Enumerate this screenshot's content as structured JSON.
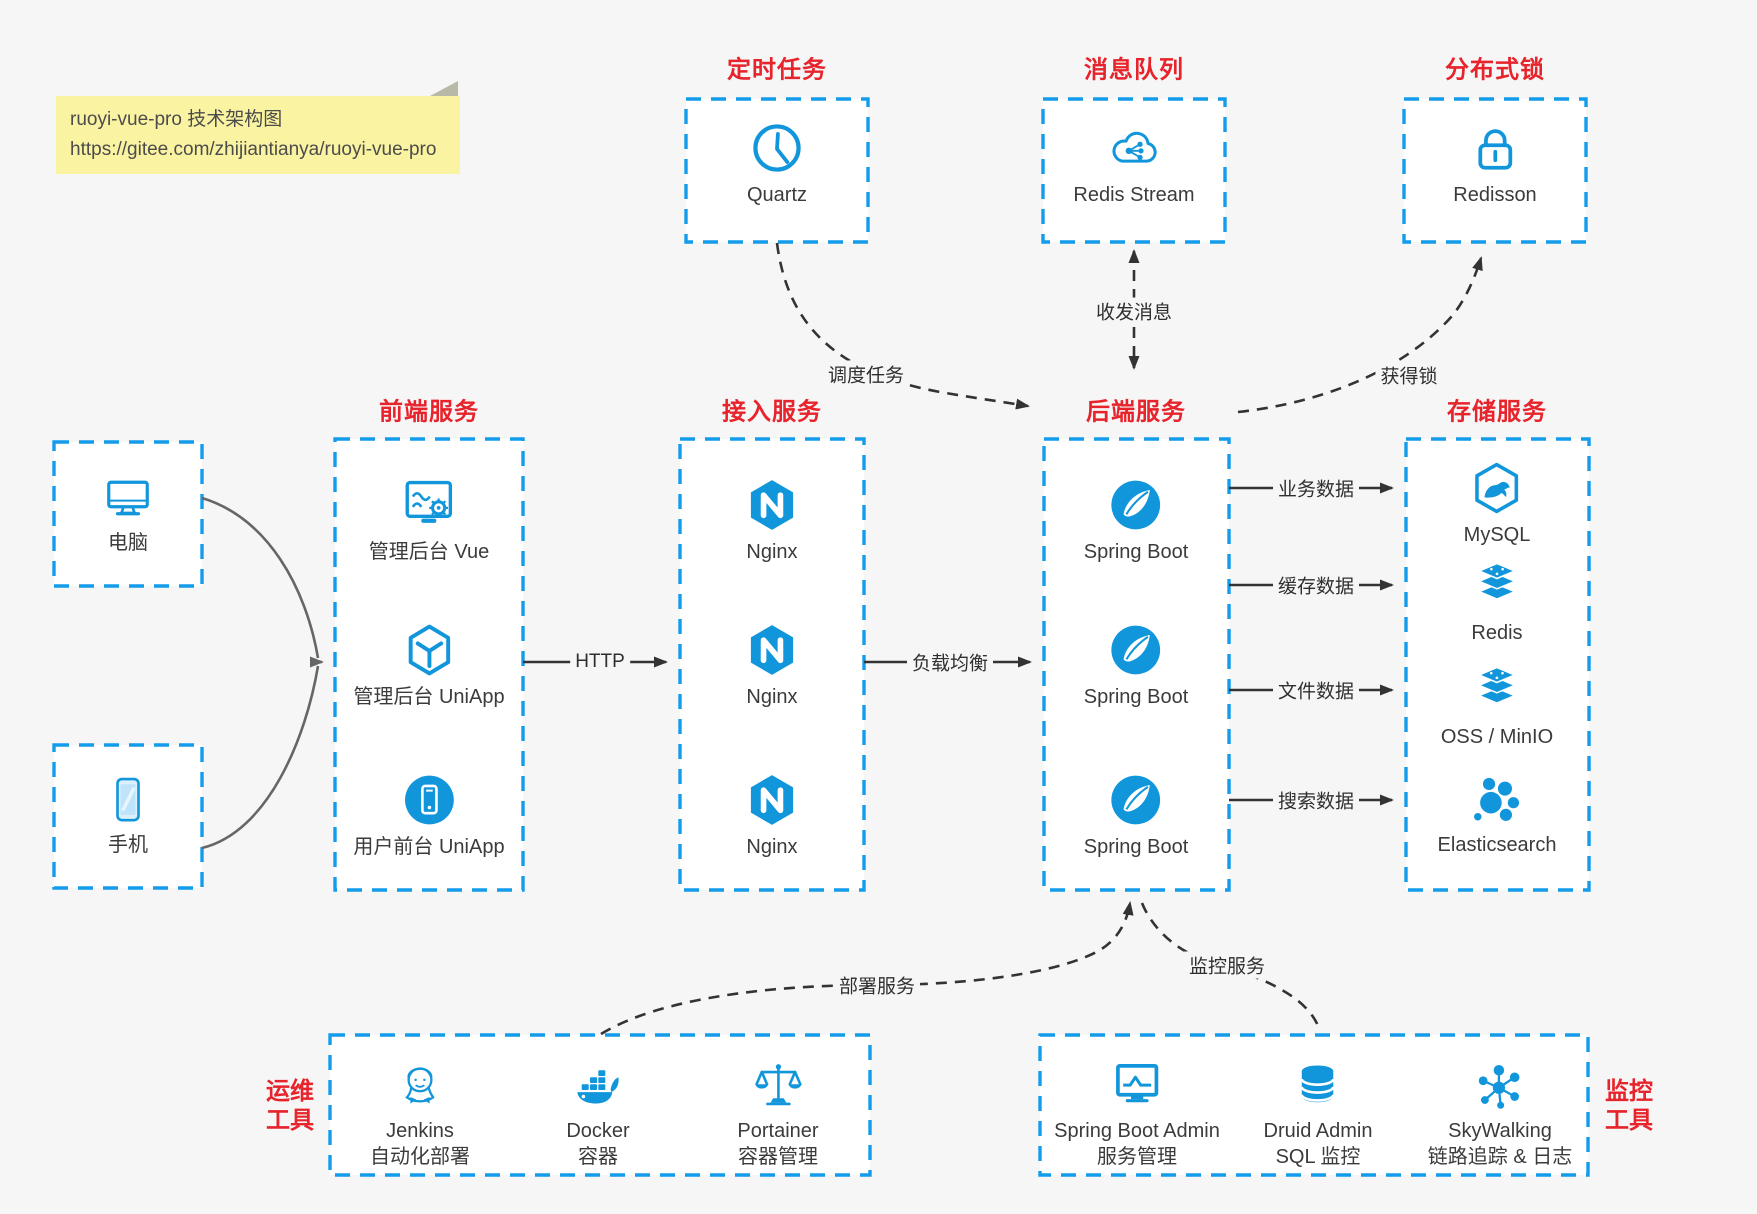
{
  "page": {
    "background": "#f6f6f7"
  },
  "colors": {
    "accent_blue": "#1296db",
    "border_blue": "#149cec",
    "title_red": "#e7232b",
    "line_dark": "#333333",
    "line_gray": "#666666",
    "note_bg": "#faf3a1"
  },
  "note": {
    "line1": "ruoyi-vue-pro 技术架构图",
    "line2": "https://gitee.com/zhijiantianya/ruoyi-vue-pro"
  },
  "top_services": {
    "scheduler": {
      "title": "定时任务",
      "label": "Quartz",
      "icon": "clock-icon"
    },
    "queue": {
      "title": "消息队列",
      "label": "Redis Stream",
      "icon": "cloud-share-icon"
    },
    "lock": {
      "title": "分布式锁",
      "label": "Redisson",
      "icon": "lock-icon"
    }
  },
  "clients": {
    "pc": {
      "label": "电脑",
      "icon": "desktop-icon"
    },
    "mobile": {
      "label": "手机",
      "icon": "smartphone-icon"
    }
  },
  "columns": {
    "frontend": {
      "title": "前端服务",
      "items": [
        {
          "label": "管理后台 Vue",
          "icon": "admin-vue-icon"
        },
        {
          "label": "管理后台 UniApp",
          "icon": "uniapp-cube-icon"
        },
        {
          "label": "用户前台 UniApp",
          "icon": "user-app-icon"
        }
      ]
    },
    "access": {
      "title": "接入服务",
      "items": [
        {
          "label": "Nginx",
          "icon": "nginx-icon"
        },
        {
          "label": "Nginx",
          "icon": "nginx-icon"
        },
        {
          "label": "Nginx",
          "icon": "nginx-icon"
        }
      ]
    },
    "backend": {
      "title": "后端服务",
      "items": [
        {
          "label": "Spring Boot",
          "icon": "spring-icon"
        },
        {
          "label": "Spring Boot",
          "icon": "spring-icon"
        },
        {
          "label": "Spring Boot",
          "icon": "spring-icon"
        }
      ]
    },
    "storage": {
      "title": "存储服务",
      "items": [
        {
          "label": "MySQL",
          "icon": "mysql-icon"
        },
        {
          "label": "Redis",
          "icon": "redis-stack-icon"
        },
        {
          "label": "OSS / MinIO",
          "icon": "redis-stack-icon"
        },
        {
          "label": "Elasticsearch",
          "icon": "elasticsearch-icon"
        }
      ]
    }
  },
  "bottom": {
    "ops": {
      "side_line1": "运维",
      "side_line2": "工具",
      "items": [
        {
          "name": "Jenkins",
          "desc": "自动化部署",
          "icon": "jenkins-icon"
        },
        {
          "name": "Docker",
          "desc": "容器",
          "icon": "docker-icon"
        },
        {
          "name": "Portainer",
          "desc": "容器管理",
          "icon": "portainer-icon"
        }
      ]
    },
    "monitor": {
      "side_line1": "监控",
      "side_line2": "工具",
      "items": [
        {
          "name": "Spring Boot Admin",
          "desc": "服务管理",
          "icon": "sba-monitor-icon"
        },
        {
          "name": "Druid Admin",
          "desc": "SQL 监控",
          "icon": "druid-db-icon"
        },
        {
          "name": "SkyWalking",
          "desc": "链路追踪 & 日志",
          "icon": "skywalking-icon"
        }
      ]
    }
  },
  "edges": {
    "http": "HTTP",
    "load_balance": "负载均衡",
    "biz_data": "业务数据",
    "cache_data": "缓存数据",
    "file_data": "文件数据",
    "search_data": "搜索数据",
    "schedule": "调度任务",
    "message": "收发消息",
    "acquire_lock": "获得锁",
    "deploy": "部署服务",
    "monitor": "监控服务"
  }
}
